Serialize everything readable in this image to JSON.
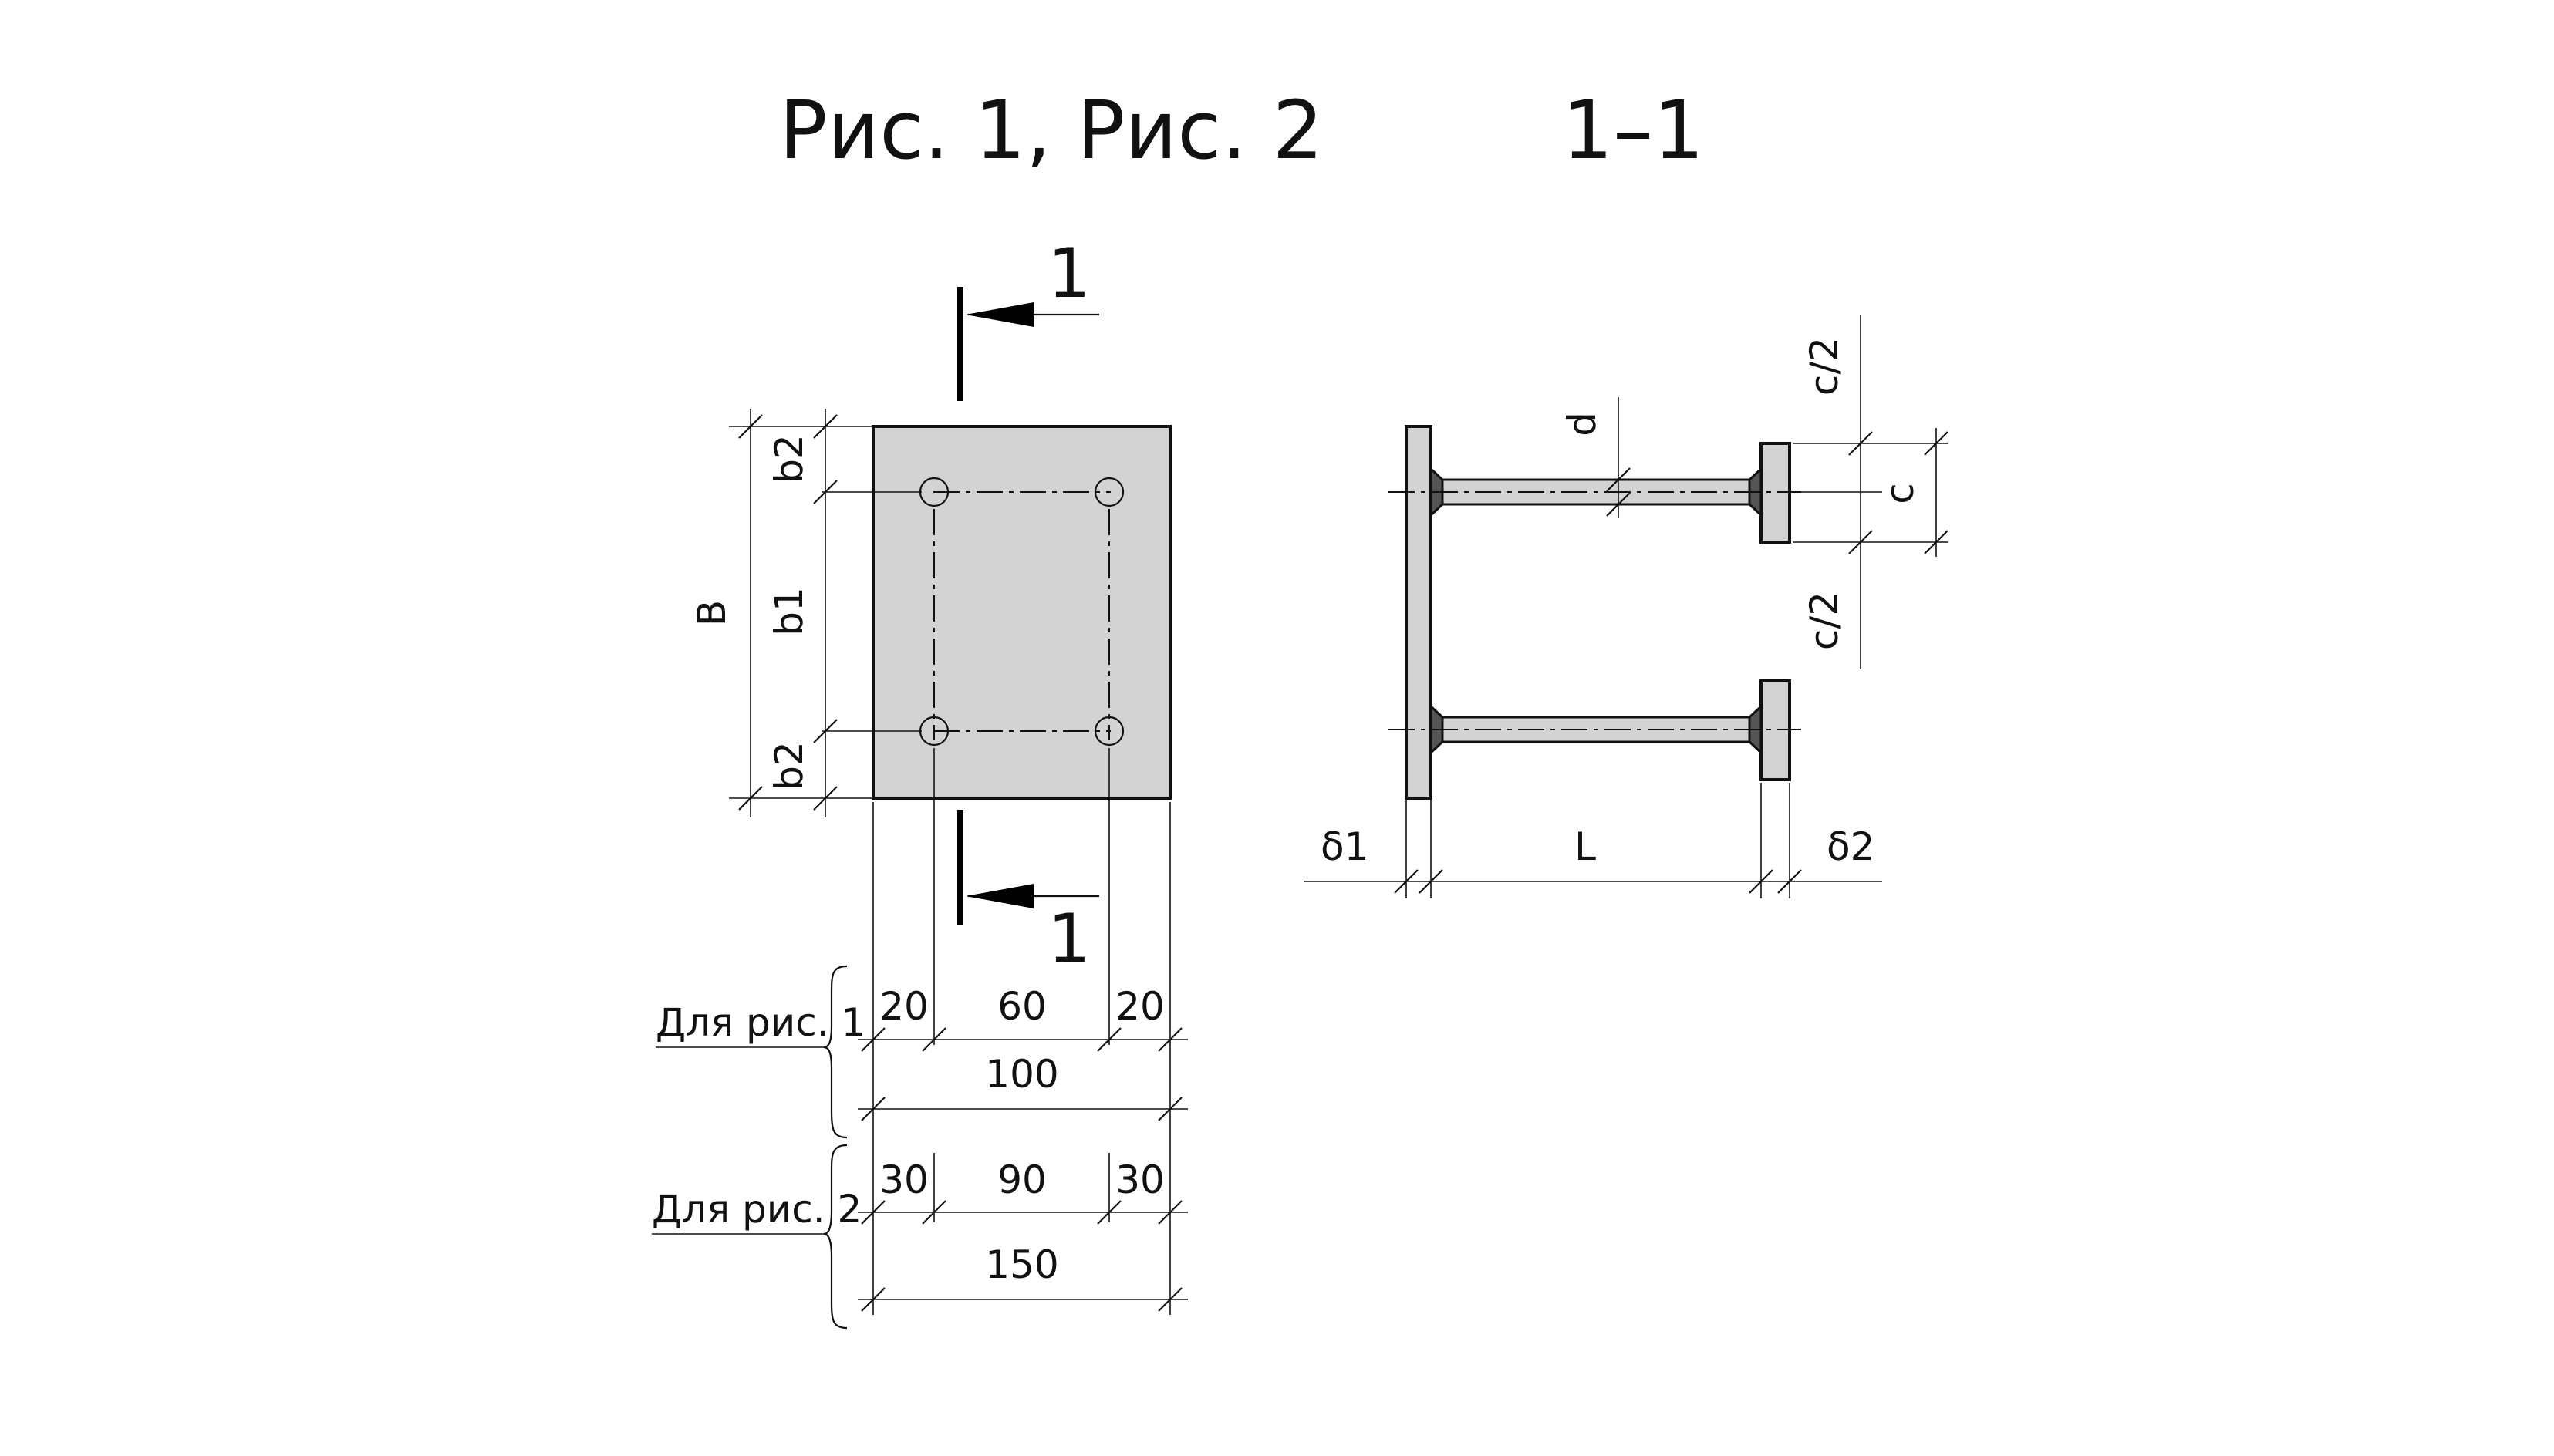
{
  "titles": {
    "left": "Рис. 1, Рис. 2",
    "right": "1–1"
  },
  "section": {
    "top_label": "1",
    "bottom_label": "1"
  },
  "plan_labels": {
    "B": "B",
    "b1": "b1",
    "b2_top": "b2",
    "b2_bottom": "b2"
  },
  "section_labels": {
    "d": "d",
    "c": "c",
    "c_half_top": "c/2",
    "c_half_bottom": "c/2",
    "delta1": "δ1",
    "L": "L",
    "delta2": "δ2"
  },
  "dims_fig1": {
    "caption": "Для рис. 1",
    "left": "20",
    "middle": "60",
    "right": "20",
    "total": "100"
  },
  "dims_fig2": {
    "caption": "Для рис. 2",
    "left": "30",
    "middle": "90",
    "right": "30",
    "total": "150"
  },
  "colors": {
    "plate": "#d3d3d3",
    "line": "#111111",
    "weld": "#555555"
  }
}
